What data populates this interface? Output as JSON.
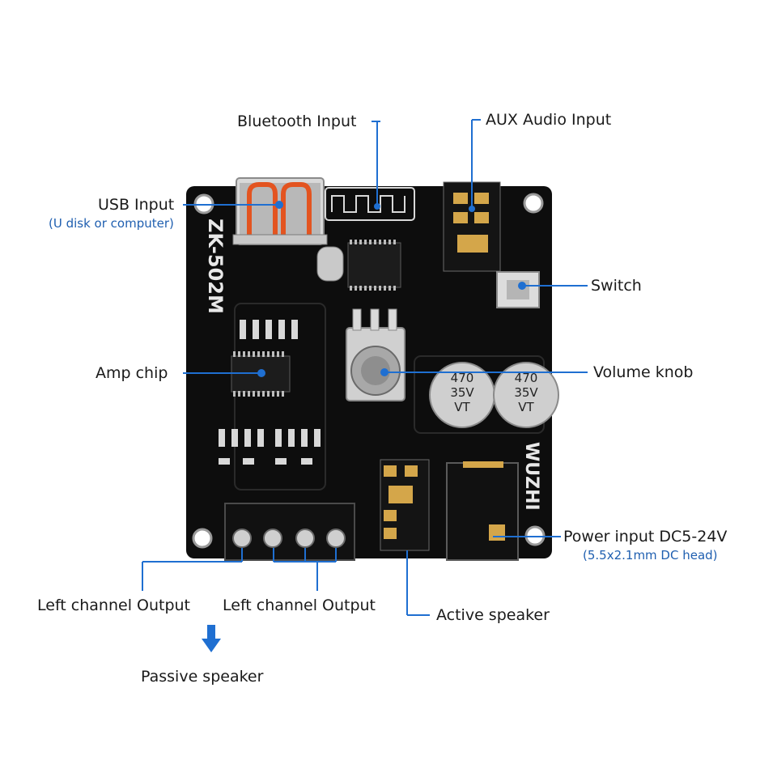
{
  "labels": {
    "bluetooth": "Bluetooth Input",
    "aux": "AUX Audio Input",
    "usb": "USB Input",
    "usb_sub": "(U disk or computer)",
    "switch": "Switch",
    "amp": "Amp chip",
    "volume": "Volume knob",
    "power": "Power input DC5-24V",
    "power_sub": "(5.5x2.1mm DC head)",
    "left1": "Left channel Output",
    "left2": "Left channel Output",
    "active": "Active speaker",
    "passive": "Passive speaker"
  },
  "board": {
    "model": "ZK-502M",
    "brand": "WUZHI",
    "cap1": [
      "470",
      "35V",
      "VT"
    ],
    "cap2": [
      "470",
      "35V",
      "VT"
    ]
  },
  "colors": {
    "leader": "#1f6fd1",
    "board": "#0d0d0d",
    "silk": "#e8e8e8"
  }
}
